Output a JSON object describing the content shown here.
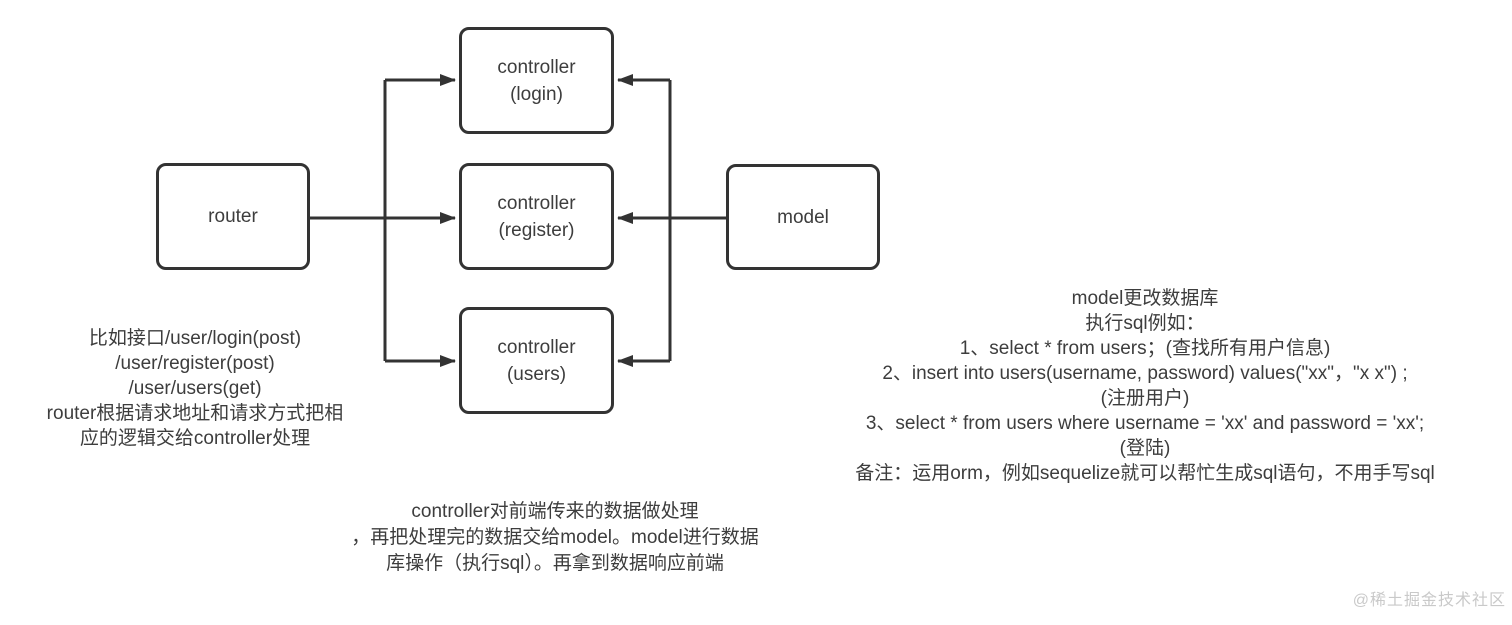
{
  "diagram": {
    "nodes": {
      "router": {
        "label": "router"
      },
      "controller_login": {
        "line1": "controller",
        "line2": "(login)"
      },
      "controller_register": {
        "line1": "controller",
        "line2": "(register)"
      },
      "controller_users": {
        "line1": "controller",
        "line2": "(users)"
      },
      "model": {
        "label": "model"
      }
    },
    "notes": {
      "router_note": {
        "lines": [
          "比如接口/user/login(post)",
          "/user/register(post)",
          "/user/users(get)",
          "router根据请求地址和请求方式把相",
          "应的逻辑交给controller处理"
        ]
      },
      "model_note": {
        "lines": [
          "model更改数据库",
          "执行sql例如：",
          "1、select * from users；(查找所有用户信息)",
          "2、insert into users(username, password) values(\"xx\"，\"x x\") ;",
          "(注册用户)",
          "3、select * from users where username = 'xx' and password = 'xx';",
          "(登陆)",
          "备注：运用orm，例如sequelize就可以帮忙生成sql语句，不用手写sql"
        ]
      },
      "controller_note": {
        "lines": [
          "controller对前端传来的数据做处理",
          "，再把处理完的数据交给model。model进行数据",
          "库操作（执行sql）。再拿到数据响应前端"
        ]
      }
    },
    "watermark": "@稀土掘金技术社区",
    "colors": {
      "line": "#333333",
      "text": "#3d3d3d",
      "watermark": "#c9c9c9",
      "background": "#ffffff"
    }
  }
}
